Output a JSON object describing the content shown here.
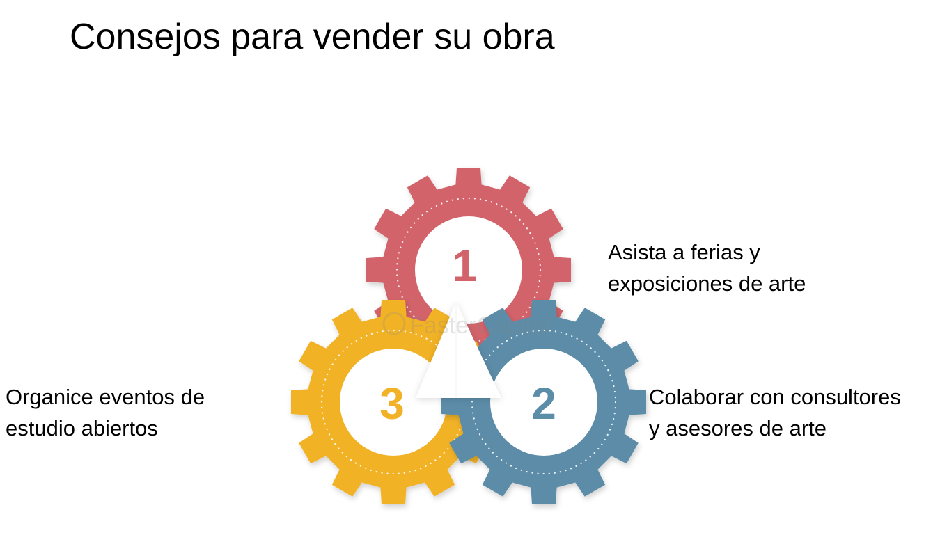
{
  "title": "Consejos para vender su obra",
  "colors": {
    "gear_1": "#d3636a",
    "gear_2": "#5b8ca8",
    "gear_3": "#f2b227",
    "center": "#ffffff"
  },
  "steps": [
    {
      "number": "1",
      "line1": "Asista a ferias y",
      "line2": "exposiciones de arte"
    },
    {
      "number": "2",
      "line1": "Colaborar con consultores",
      "line2": "y asesores de arte"
    },
    {
      "number": "3",
      "line1": "Organice eventos de",
      "line2": "estudio abiertos"
    }
  ],
  "watermark": "FasterCapital"
}
